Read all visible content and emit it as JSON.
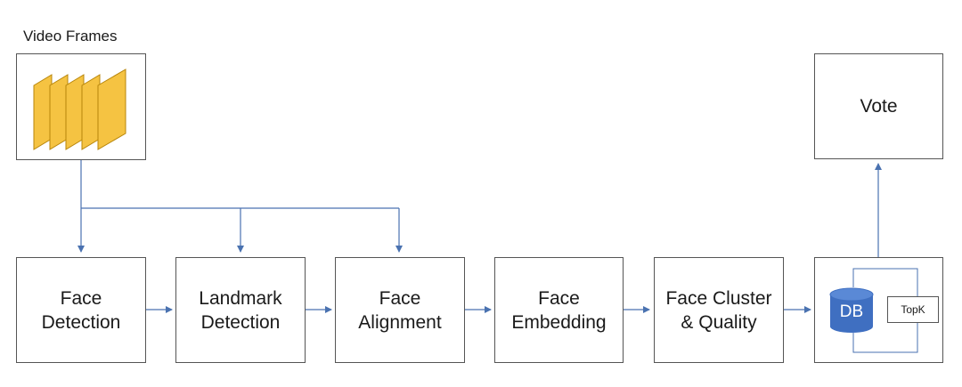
{
  "title": "Video Frames",
  "steps": [
    {
      "label": "Face\nDetection"
    },
    {
      "label": "Landmark\nDetection"
    },
    {
      "label": "Face\nAlignment"
    },
    {
      "label": "Face\nEmbedding"
    },
    {
      "label": "Face Cluster\n& Quality"
    }
  ],
  "db": {
    "label": "DB",
    "topk_label": "TopK"
  },
  "vote": {
    "label": "Vote"
  },
  "colors": {
    "frame_fill": "#F5C342",
    "frame_stroke": "#B8860B",
    "db_fill": "#3F6FC1",
    "arrow": "#4A72B0",
    "box_border": "#555555"
  }
}
